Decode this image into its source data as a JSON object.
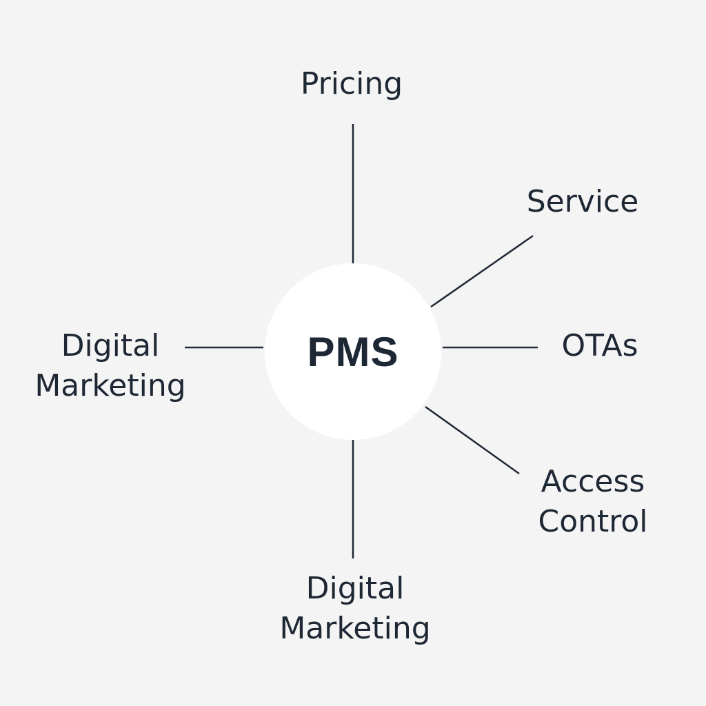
{
  "hub": {
    "label": "PMS"
  },
  "nodes": {
    "pricing": {
      "lines": [
        "Pricing"
      ]
    },
    "service": {
      "lines": [
        "Service"
      ]
    },
    "otas": {
      "lines": [
        "OTAs"
      ]
    },
    "access_control": {
      "lines": [
        "Access",
        "Control"
      ]
    },
    "digital_marketing_left": {
      "lines": [
        "Digital",
        "Marketing"
      ]
    },
    "digital_marketing_bottom": {
      "lines": [
        "Digital",
        "Marketing"
      ]
    }
  },
  "colors": {
    "background": "#f4f4f4",
    "hub_fill": "#ffffff",
    "text": "#1e2734",
    "line": "#1e2734"
  }
}
